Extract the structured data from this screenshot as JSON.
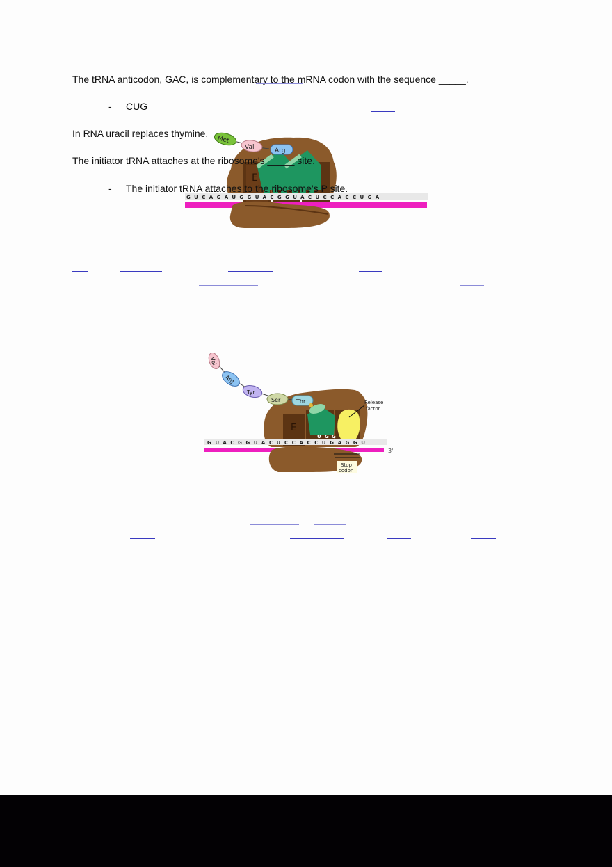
{
  "document": {
    "paragraphs": [
      {
        "id": "q1",
        "text": "The tRNA anticodon, GAC, is complementary to the mRNA codon with the sequence _____."
      },
      {
        "id": "a1_bullet",
        "text": "-"
      },
      {
        "id": "a1",
        "text": "CUG"
      },
      {
        "id": "note1",
        "text": "In RNA uracil replaces thymine."
      },
      {
        "id": "q2",
        "text": "The initiator tRNA attaches at the ribosome's _____ site."
      },
      {
        "id": "a2_bullet",
        "text": "-"
      },
      {
        "id": "a2",
        "text": "The initiator tRNA attaches to the ribosome's P site."
      }
    ],
    "figure1": {
      "description": "Ribosome translating mRNA with peptide chain",
      "amino_acids": [
        "Met",
        "Val",
        "Arg"
      ],
      "site_label": "E",
      "mrna_sequence": [
        "G",
        "U",
        "C",
        "A",
        "G",
        "A",
        "U",
        "G",
        "G",
        "U",
        "A",
        "C",
        "G",
        "G",
        "U",
        "A",
        "C",
        "U",
        "C",
        "C",
        "A",
        "C",
        "C",
        "U",
        "G",
        "A"
      ],
      "colors": {
        "ribosome": "#8b5a2b",
        "ribosome_dark": "#5c3413",
        "trna": "#1e9660",
        "mrna": "#ee1fbf"
      }
    },
    "figure2": {
      "description": "Ribosome at stop codon with release factor",
      "amino_acids": [
        "Val",
        "Arg",
        "Tyr",
        "Ser",
        "Thr"
      ],
      "site_label": "E",
      "anticodon": [
        "U",
        "G",
        "G"
      ],
      "mrna_sequence": [
        "G",
        "U",
        "A",
        "C",
        "G",
        "G",
        "U",
        "A",
        "C",
        "U",
        "C",
        "C",
        "A",
        "C",
        "C",
        "U",
        "G",
        "A",
        "G",
        "G",
        "U"
      ],
      "release_factor_label": "Release factor",
      "stop_codon_label": "Stop codon",
      "three_prime_label": "3'",
      "colors": {
        "ribosome": "#8b5a2b",
        "release_factor": "#f7f063",
        "mrna": "#ee1fbf"
      }
    }
  }
}
